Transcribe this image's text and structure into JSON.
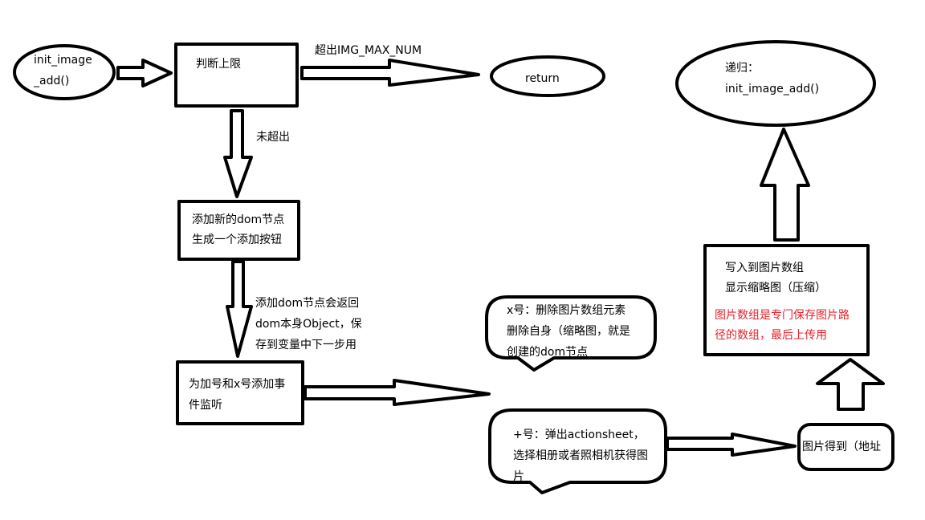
{
  "colors": {
    "ink": "#000000",
    "note": "#e8202a",
    "background": "#ffffff"
  },
  "nodes": {
    "start": {
      "line1": "init_image",
      "line2": "_add()"
    },
    "check_limit": "判断上限",
    "return": "return",
    "add_dom": {
      "line1": "添加新的dom节点",
      "line2": "生成一个添加按钮"
    },
    "add_listeners": {
      "line1": "为加号和x号添加事",
      "line2": "件监听"
    },
    "x_bubble": {
      "line1": "x号：删除图片数组元素",
      "line2": "删除自身（缩略图，就是",
      "line3": "创建的dom节点"
    },
    "plus_bubble": {
      "line1": "+号：弹出actionsheet，",
      "line2": "选择相册或者照相机获得图",
      "line3": "片"
    },
    "get_image": "图片得到（地址",
    "write_array": {
      "line1": "写入到图片数组",
      "line2": "显示缩略图（压缩）",
      "note1": "图片数组是专门保存图片路",
      "note2": "径的数组，最后上传用"
    },
    "recursion": {
      "line1": "递归：",
      "line2": "init_image_add()"
    }
  },
  "edge_labels": {
    "exceed": "超出IMG_MAX_NUM",
    "not_exceed": "未超出",
    "returns": {
      "line1": "添加dom节点会返回",
      "line2": "dom本身Object，保",
      "line3": "存到变量中下一步用"
    }
  }
}
